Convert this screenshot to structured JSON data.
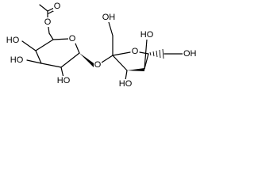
{
  "atom_labels": {
    "acetyl_ether_o": "O",
    "acetyl_carbonyl_o": "O",
    "glc_c4_oh": "HO",
    "glc_c3_oh": "HO",
    "glc_c2_oh": "HO",
    "glc_ring_o": "O",
    "glycosidic_o": "O",
    "fru_c1_oh": "OH",
    "fru_ring_o": "O",
    "fru_c2_oh": "HO",
    "fru_c6_oh": "OH",
    "fru_c3_oh": "HO"
  },
  "colors": {
    "ink": "#000000",
    "background": "#ffffff"
  }
}
